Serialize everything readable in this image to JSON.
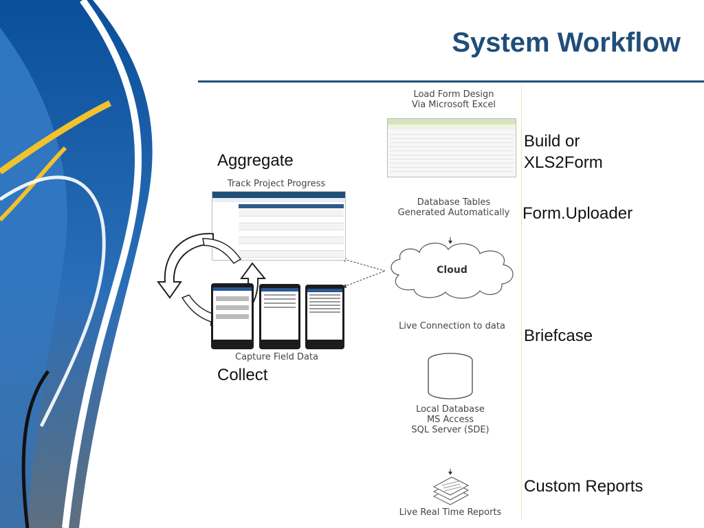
{
  "title": "System Workflow",
  "side_labels": {
    "build": [
      "Build or",
      "XLS2Form"
    ],
    "uploader": "Form.Uploader",
    "briefcase": "Briefcase",
    "reports": "Custom Reports"
  },
  "left_labels": {
    "aggregate": "Aggregate",
    "collect": "Collect"
  },
  "captions": {
    "load_form": [
      "Load Form Design",
      "Via Microsoft Excel"
    ],
    "track": "Track Project Progress",
    "db_tables": [
      "Database Tables",
      "Generated Automatically"
    ],
    "cloud": "Cloud",
    "live_connection": "Live Connection to data",
    "capture": "Capture Field Data",
    "local_db": [
      "Local Database",
      "MS Access",
      "SQL Server (SDE)"
    ],
    "live_reports": "Live Real Time Reports"
  },
  "colors": {
    "title": "#1f4e79",
    "deco_blue": "#0b5aa8",
    "deco_yellow": "#f2c12e",
    "deco_gray": "#7c8a97"
  },
  "icons": [
    "cycle-arrows-icon",
    "cloud-icon",
    "database-icon",
    "reports-stack-icon"
  ]
}
